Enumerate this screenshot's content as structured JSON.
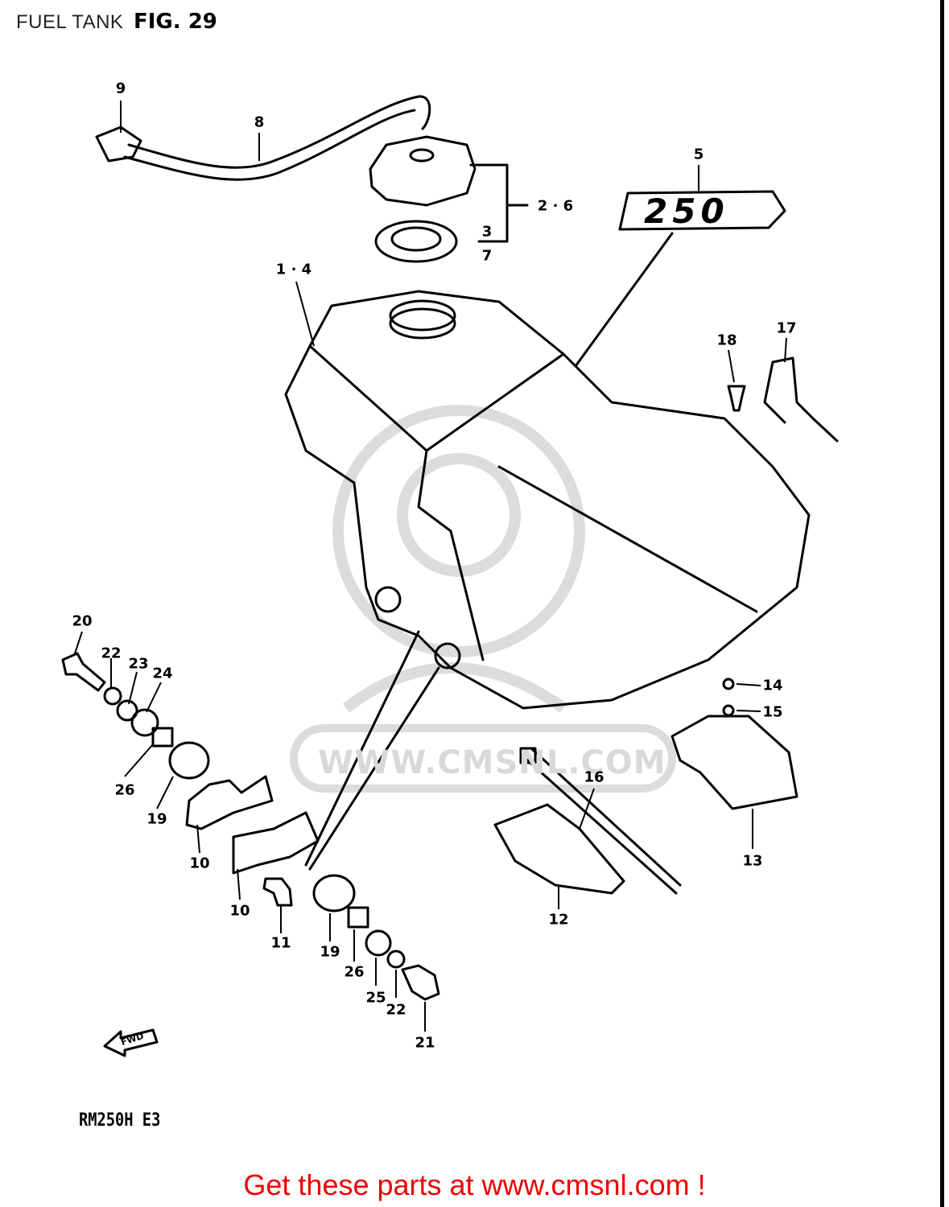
{
  "header": {
    "title": "FUEL TANK",
    "figure": "FIG. 29"
  },
  "watermark": "WWW.CMSNL.COM",
  "decal_text": "250",
  "fwd_arrow_label": "FWD",
  "model_code": "RM250H  E3",
  "footer_text": "Get these parts at www.cmsnl.com !",
  "callouts": {
    "c1_4": "1 · 4",
    "c2_6": "2 · 6",
    "c3": "3",
    "c7": "7",
    "c5": "5",
    "c8": "8",
    "c9": "9",
    "c10a": "10",
    "c10b": "10",
    "c11": "11",
    "c12": "12",
    "c13": "13",
    "c14": "14",
    "c15": "15",
    "c16": "16",
    "c17": "17",
    "c18": "18",
    "c19a": "19",
    "c19b": "19",
    "c20": "20",
    "c21": "21",
    "c22a": "22",
    "c22b": "22",
    "c23": "23",
    "c24": "24",
    "c25": "25",
    "c26a": "26",
    "c26b": "26"
  },
  "colors": {
    "footer": "#ee0000",
    "watermark": "#d9d9d9",
    "ink": "#000000"
  }
}
